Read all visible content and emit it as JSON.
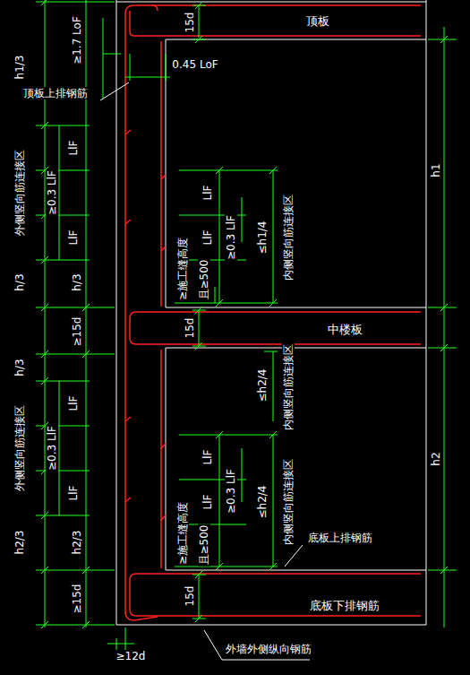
{
  "diagram": {
    "nodes": [
      {
        "text": [
          "顶板"
        ]
      },
      {
        "text": [
          "中楼板"
        ]
      },
      {
        "text": [
          "底板下排钢筋"
        ]
      }
    ],
    "labels": [
      "≥1.7 LoF",
      "h1/3",
      "0.45 LoF",
      "顶板上排钢筋",
      "外侧竖向筋连接区",
      "LlF",
      "≥0.3 LlF",
      "LlF",
      "h/3",
      "h/3",
      "≥15d",
      "h/3",
      "外侧竖向筋连接区",
      "LlF",
      "≥0.3 LlF",
      "LlF",
      "h2/3",
      "h2/3",
      "≥15d",
      "≥12d",
      "外墙外侧纵向钢筋",
      "15d",
      "h1",
      "LlF",
      "≥0.3 LlF",
      "LlF",
      "≥施工缝高度",
      "且≥500",
      "≤h1/4",
      "内侧竖向筋连接区",
      "15d",
      "≤h2/4",
      "内侧竖向筋连接区",
      "h2",
      "LlF",
      "≥0.3 LlF",
      "LlF",
      "≤h2/4",
      "内侧竖向筋连接区",
      "≥施工缝高度",
      "且≥500",
      "底板上排钢筋",
      "15d"
    ]
  }
}
